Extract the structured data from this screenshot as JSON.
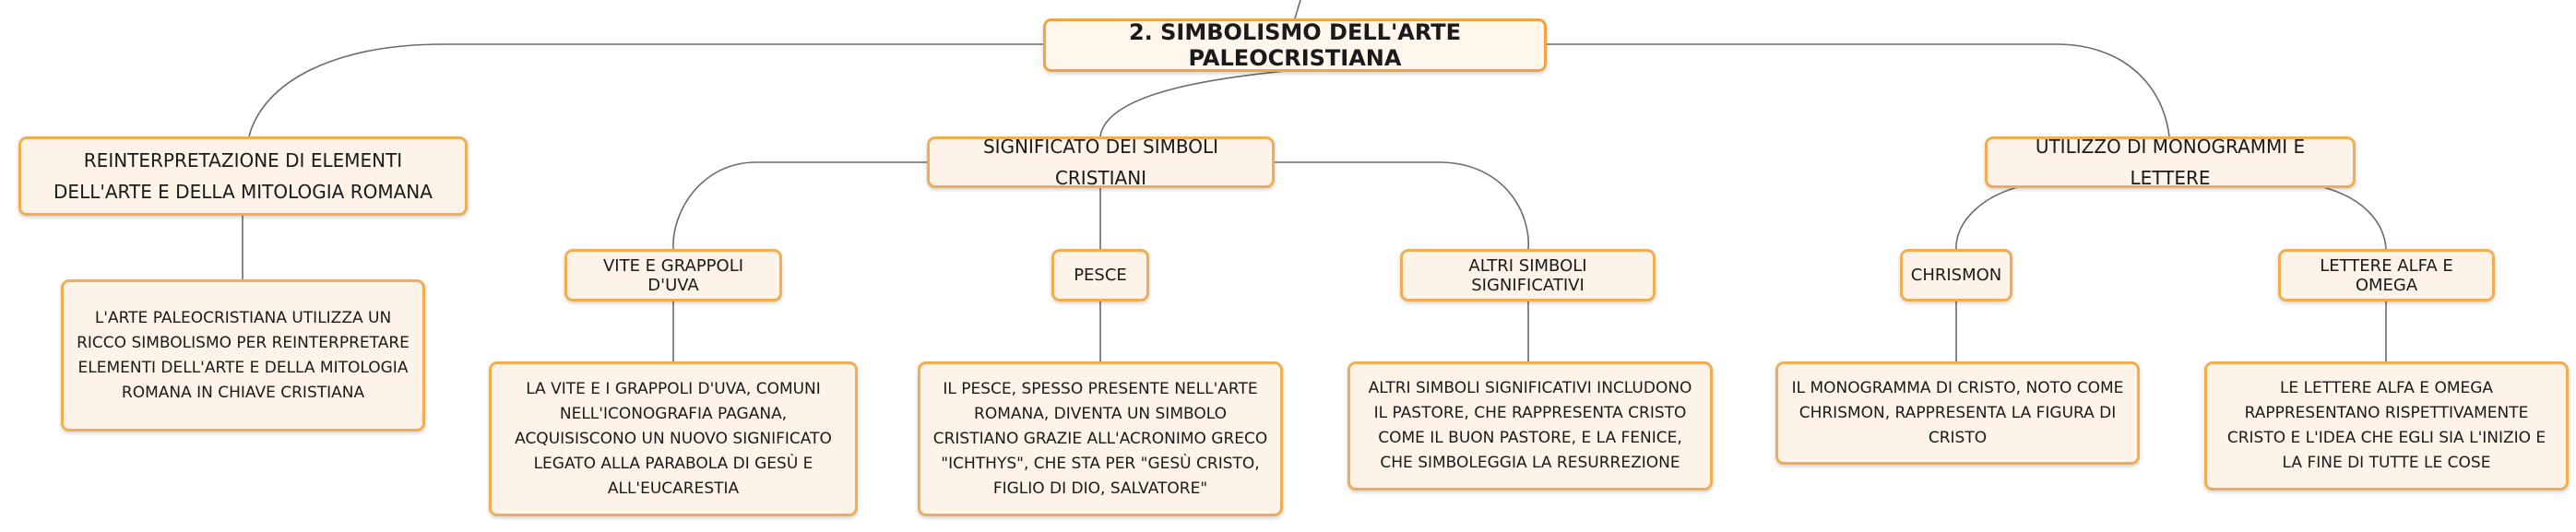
{
  "root": "2. SIMBOLISMO DELL'ARTE PALEOCRISTIANA",
  "branches": {
    "reinterpretazione": {
      "title": "REINTERPRETAZIONE DI ELEMENTI DELL'ARTE E DELLA MITOLOGIA ROMANA",
      "detail": "L'ARTE PALEOCRISTIANA UTILIZZA UN RICCO SIMBOLISMO PER REINTERPRETARE ELEMENTI DELL'ARTE E DELLA MITOLOGIA ROMANA IN CHIAVE CRISTIANA"
    },
    "significato": {
      "title": "SIGNIFICATO DEI SIMBOLI CRISTIANI",
      "vite": {
        "title": "VITE E GRAPPOLI D'UVA",
        "detail": "LA VITE E I GRAPPOLI D'UVA, COMUNI NELL'ICONOGRAFIA PAGANA, ACQUISISCONO UN NUOVO SIGNIFICATO LEGATO ALLA PARABOLA DI GESÙ E ALL'EUCARESTIA"
      },
      "pesce": {
        "title": "PESCE",
        "detail": "IL PESCE, SPESSO PRESENTE NELL'ARTE ROMANA, DIVENTA UN SIMBOLO CRISTIANO GRAZIE ALL'ACRONIMO GRECO \"ICHTHYS\", CHE STA PER \"GESÙ CRISTO, FIGLIO DI DIO, SALVATORE\""
      },
      "altri": {
        "title": "ALTRI SIMBOLI SIGNIFICATIVI",
        "detail": "ALTRI SIMBOLI SIGNIFICATIVI INCLUDONO IL PASTORE, CHE RAPPRESENTA CRISTO COME IL BUON PASTORE, E LA FENICE, CHE SIMBOLEGGIA LA RESURREZIONE"
      }
    },
    "monogrammi": {
      "title": "UTILIZZO DI MONOGRAMMI E LETTERE",
      "chrismon": {
        "title": "CHRISMON",
        "detail": "IL MONOGRAMMA DI CRISTO, NOTO COME CHRISMON, RAPPRESENTA LA FIGURA DI CRISTO"
      },
      "alfa": {
        "title": "LETTERE ALFA E OMEGA",
        "detail": "LE LETTERE ALFA E OMEGA RAPPRESENTANO RISPETTIVAMENTE CRISTO E L'IDEA CHE EGLI SIA L'INIZIO E LA FINE DI TUTTE LE COSE"
      }
    }
  },
  "colors": {
    "node_border": "#f2ad52",
    "node_fill": "#fdf3e8",
    "connector": "#6b6b6b"
  }
}
